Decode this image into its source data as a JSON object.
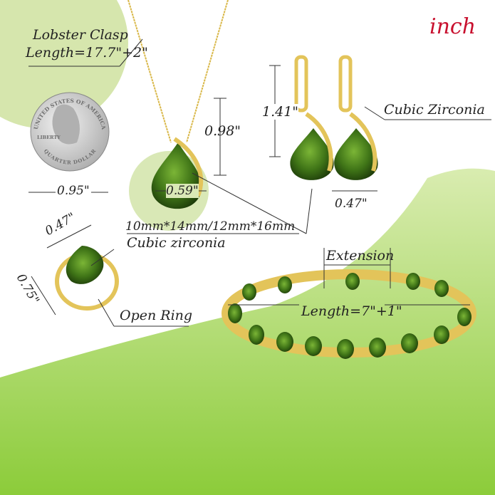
{
  "unit_label": "inch",
  "colors": {
    "accent_red": "#c8102e",
    "light_green": "#d3e3a6",
    "gradient_green": "#9dd14a",
    "gem_green": "#4f8a1e",
    "gold": "#e3c45a"
  },
  "necklace": {
    "chain_label_line1": "Lobster Clasp",
    "chain_label_line2": "Length=17.7\"+2\"",
    "height": "0.98\"",
    "width": "0.59\""
  },
  "coin": {
    "width": "0.95\"",
    "text_top": "UNITED STATES OF AMERICA",
    "text_liberty": "LIBERTY",
    "text_bottom": "QUARTER DOLLAR"
  },
  "earrings": {
    "height": "1.41\"",
    "width": "0.47\"",
    "stone_label": "Cubic Zirconia"
  },
  "stone": {
    "size_label": "10mm*14mm/12mm*16mm",
    "type_label": "Cubic zirconia"
  },
  "ring": {
    "width": "0.47\"",
    "height": "0.75\"",
    "type_label": "Open Ring"
  },
  "bracelet": {
    "extension_label": "Extension",
    "length_label": "Length=7\"+1\""
  }
}
